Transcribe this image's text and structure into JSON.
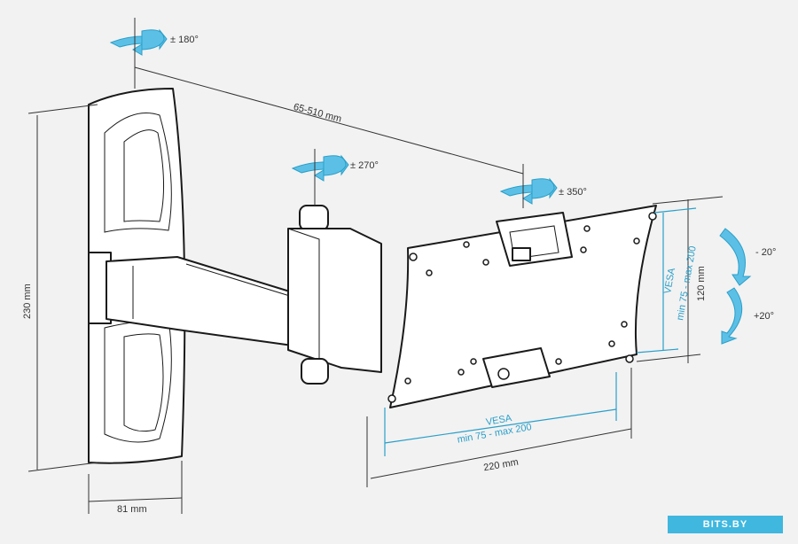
{
  "labels": {
    "rot_top": "± 180°",
    "rot_mid": "± 270°",
    "rot_right": "± 350°",
    "reach": "65-510 mm",
    "height": "230 mm",
    "base_width": "81 mm",
    "plate_width": "220 mm",
    "plate_height": "120 mm",
    "tilt_up": "- 20°",
    "tilt_down": "+20°",
    "vesa_h_title": "VESA",
    "vesa_h_range": "min 75 - max 200",
    "vesa_v_title": "VESA",
    "vesa_v_range": "min 75 - max 200"
  },
  "logo": {
    "text": "BITS.BY",
    "color": "#3fb7df"
  },
  "colors": {
    "accent": "#2a9fc9",
    "line": "#1a1a1a",
    "background": "#f2f2f2"
  }
}
